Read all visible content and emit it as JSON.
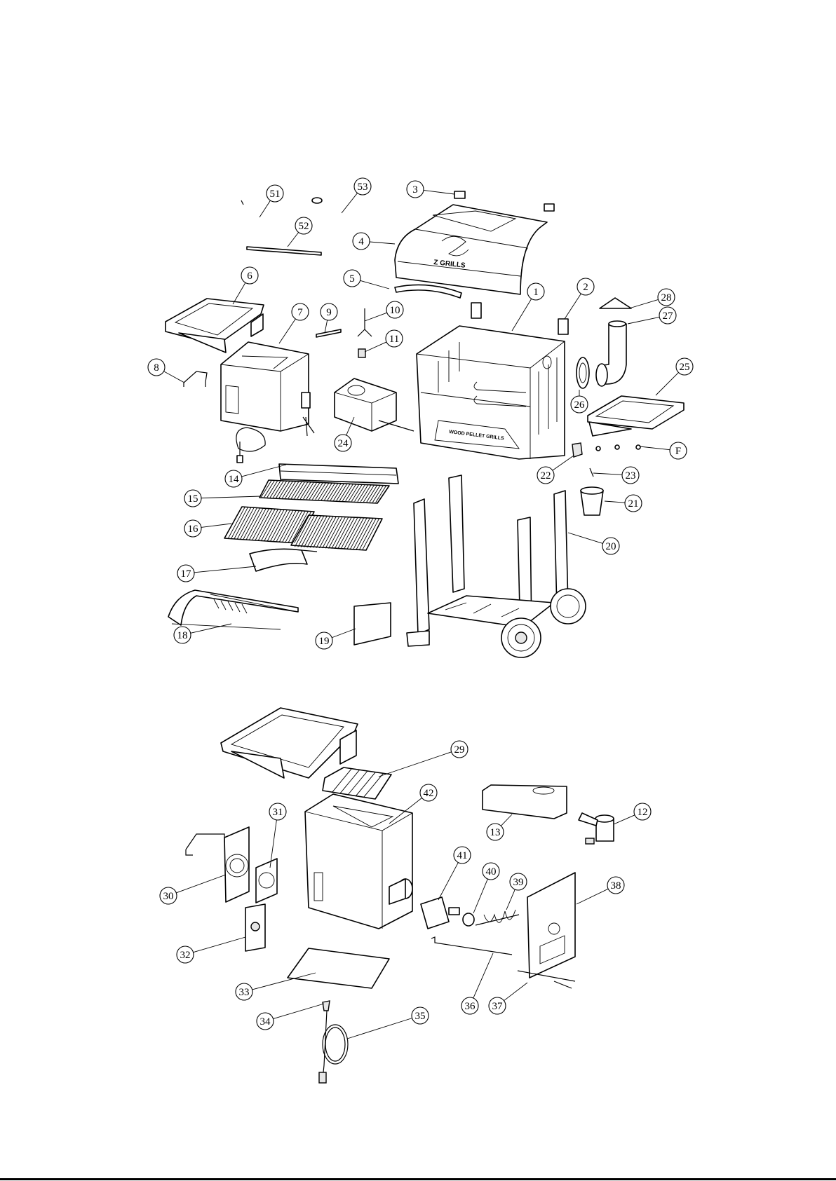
{
  "lid_logo_text": "Z GRILLS",
  "front_plate_text": "WOOD PELLET GRILLS",
  "callouts_top": [
    "51",
    "53",
    "3",
    "52",
    "4",
    "6",
    "5",
    "1",
    "2",
    "28",
    "9",
    "10",
    "7",
    "27",
    "11",
    "8",
    "25",
    "26",
    "24",
    "F",
    "14",
    "22",
    "23",
    "15",
    "21",
    "16",
    "20",
    "17",
    "18",
    "19"
  ],
  "callouts_bottom": [
    "29",
    "42",
    "31",
    "12",
    "13",
    "41",
    "40",
    "39",
    "38",
    "30",
    "32",
    "33",
    "36",
    "37",
    "34",
    "35"
  ]
}
